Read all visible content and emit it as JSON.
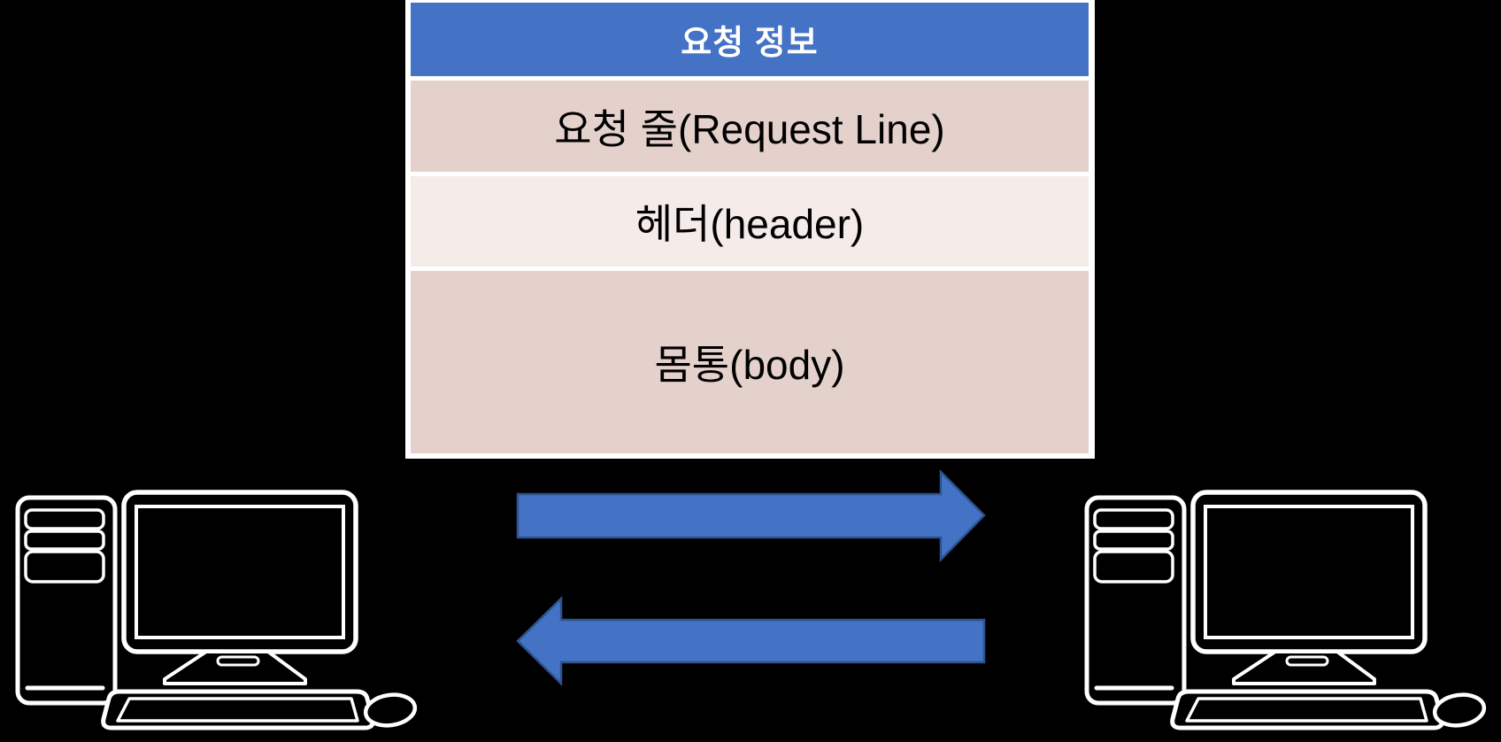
{
  "diagram": {
    "table": {
      "header_label": "요청 정보",
      "rows": [
        {
          "label": "요청 줄(Request Line)"
        },
        {
          "label": "헤더(header)"
        },
        {
          "label": "몸통(body)"
        }
      ]
    },
    "arrows": [
      {
        "name": "request-arrow",
        "direction": "right"
      },
      {
        "name": "response-arrow",
        "direction": "left"
      }
    ],
    "computers": [
      {
        "name": "client-computer",
        "side": "left"
      },
      {
        "name": "server-computer",
        "side": "right"
      }
    ],
    "colors": {
      "background": "#000000",
      "table_border": "#FFFFFF",
      "table_header_bg": "#4472C4",
      "table_header_text": "#FFFFFF",
      "row_dark_bg": "#E5D1CC",
      "row_light_bg": "#F5EBE8",
      "row_text": "#000000",
      "arrow_fill": "#4472C4",
      "arrow_stroke": "#2F528F",
      "computer_icon_fill": "#000000",
      "computer_icon_outline": "#FFFFFF"
    }
  }
}
